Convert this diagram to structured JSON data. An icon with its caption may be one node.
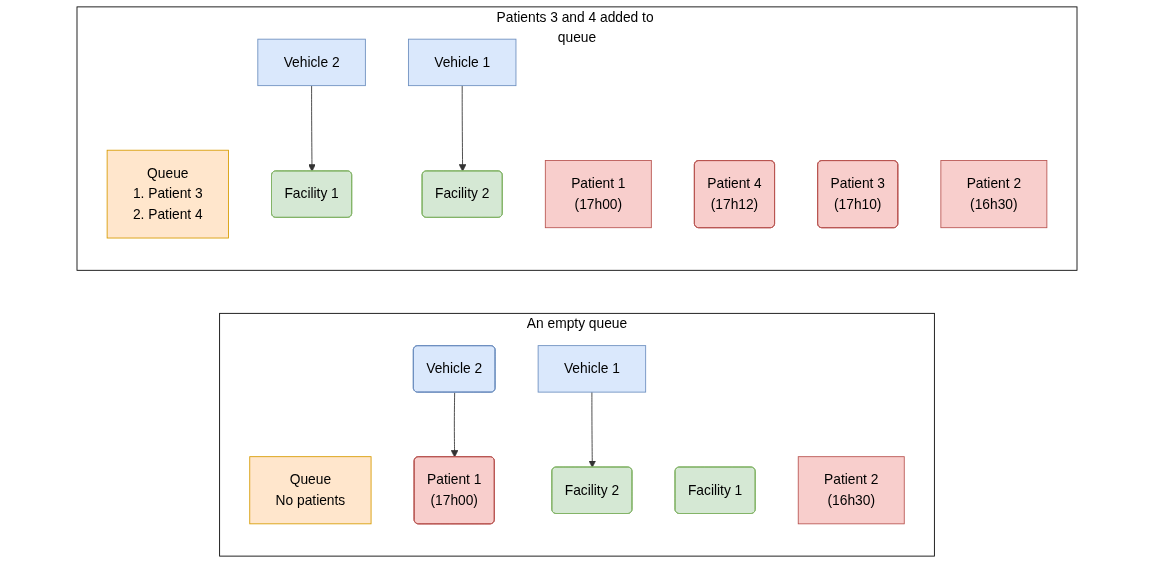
{
  "diagram": {
    "nodes": [
      {
        "text": [
          "An empty queue"
        ]
      },
      {
        "text": [
          "Queue",
          "No patients"
        ],
        "in": 0
      },
      {
        "text": [
          "Facility 1"
        ],
        "in": 0
      },
      {
        "text": [
          "Patient 1",
          "(17h00)"
        ],
        "in": 0
      },
      {
        "text": [
          "Vehicle 2"
        ],
        "in": 0
      },
      {
        "text": [
          "Vehicle 1"
        ],
        "in": 0
      },
      {
        "text": [
          "Facility 2"
        ],
        "in": 0
      },
      {
        "text": [
          "Patient 2",
          "(16h30)"
        ],
        "in": 0
      },
      {
        "text": [
          "Patients 3 and 4 added to queue"
        ]
      },
      {
        "text": [
          "Queue",
          "1. Patient 3",
          "2. Patient 4"
        ],
        "in": 8
      },
      {
        "text": [
          "Facility 1"
        ],
        "in": 8
      },
      {
        "text": [
          "Patient 1",
          "(17h00)"
        ],
        "in": 8
      },
      {
        "text": [
          "Vehicle 2"
        ],
        "in": 8
      },
      {
        "text": [
          "Patient 4",
          "(17h12)"
        ],
        "in": 8
      },
      {
        "text": [
          "Patient 3",
          "(17h10)"
        ],
        "in": 8
      },
      {
        "text": [
          "Facility 2"
        ],
        "in": 8
      },
      {
        "text": [
          "Vehicle 1"
        ],
        "in": 8
      },
      {
        "text": [
          "Patient 2",
          "(16h30)"
        ],
        "in": 8
      }
    ],
    "edges": [
      {
        "from": 4,
        "to": 3,
        "arrow": "to"
      },
      {
        "from": 5,
        "to": 6,
        "arrow": "to"
      },
      {
        "from": 12,
        "to": 10,
        "arrow": "to"
      },
      {
        "from": 16,
        "to": 15,
        "arrow": "to"
      }
    ]
  }
}
